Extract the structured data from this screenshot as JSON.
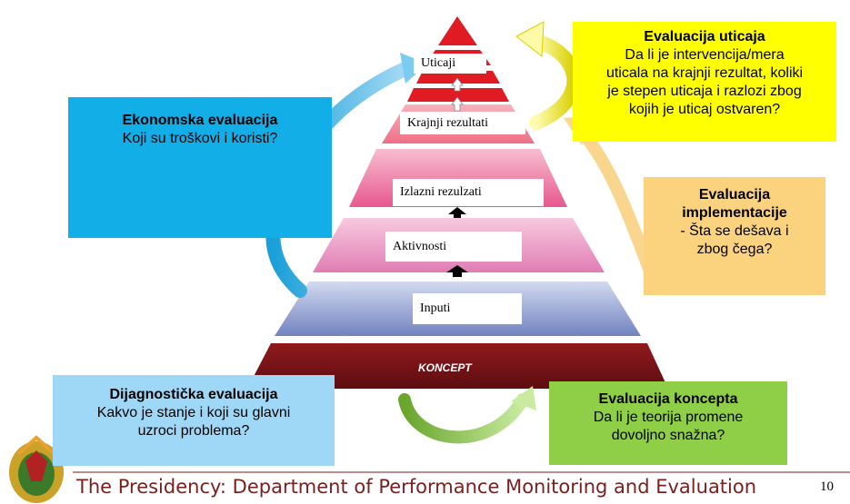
{
  "colors": {
    "impact_red": "#e01b24",
    "final_pink": "#f0899a",
    "output_pink": "#e9749a",
    "activity_pink": "#e68ab8",
    "input_blue": "#8090c6",
    "concept_maroon": "#7a1216",
    "econ_box": "#12aee8",
    "impact_box": "#ffff00",
    "impl_box": "#fbd37e",
    "diag_box": "#9fd8f6",
    "concept_box": "#8ecf47"
  },
  "pyramid": {
    "impact": "Uticaji",
    "final_results": "Krajnji rezultati",
    "outputs": "Izlazni rezulzati",
    "activities": "Aktivnosti",
    "inputs": "Inputi",
    "concept": "KONCEPT"
  },
  "boxes": {
    "economic": {
      "title": "Ekonomska evaluacija",
      "lines": [
        "Koji su troškovi i koristi?"
      ]
    },
    "impact": {
      "title": "Evaluacija uticaja",
      "lines": [
        "Da li je intervencija/mera",
        "uticala na krajnji rezultat, koliki",
        "je stepen uticaja i razlozi zbog",
        "kojih je uticaj ostvaren?"
      ]
    },
    "implementation": {
      "title_lines": [
        "Evaluacija",
        "implementacije"
      ],
      "lines": [
        "- Šta se dešava i",
        "zbog čega?"
      ]
    },
    "diagnostic": {
      "title": "Dijagnostička evaluacija",
      "lines": [
        "Kakvo je stanje i koji su glavni",
        "uzroci problema?"
      ]
    },
    "concept": {
      "title": "Evaluacija koncepta",
      "lines": [
        "Da li je teorija promene",
        "dovoljno snažna?"
      ]
    }
  },
  "footer": {
    "text": "The Presidency: Department of Performance Monitoring and Evaluation",
    "page_number": "10"
  }
}
